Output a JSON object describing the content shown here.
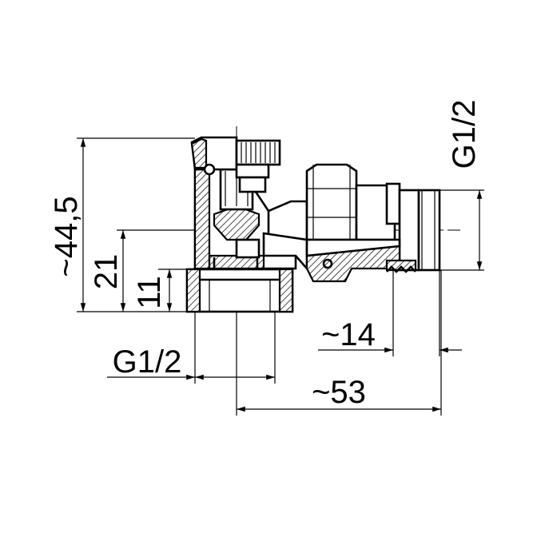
{
  "dimensions": {
    "height_overall": "~44,5",
    "height_axis": "21",
    "height_inlet": "11",
    "thread_bottom": "G1/2",
    "thread_side": "G1/2",
    "length_overall": "~53",
    "length_tail": "~14"
  }
}
